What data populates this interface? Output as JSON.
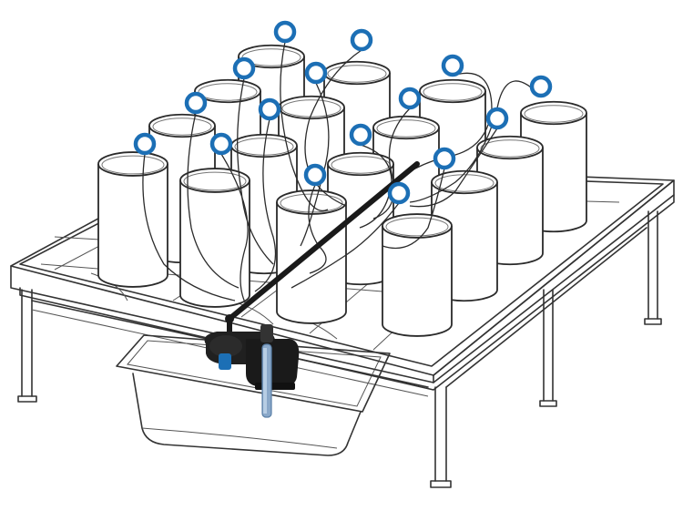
{
  "colors": {
    "emitter_ring": "#1c6fb5",
    "manifold": "#1a1a1a",
    "pump_body": "#202020",
    "pump_accent": "#1c6fb5",
    "intake_tube": "#8aa8c9",
    "line": "#2a2a2a"
  },
  "components": {
    "tray": "grow-tray",
    "stand": "tray-stand",
    "reservoir": "reservoir-tank",
    "pump": "submersible-pump",
    "manifold": "drip-manifold",
    "pots": 16,
    "emitters": 16
  }
}
